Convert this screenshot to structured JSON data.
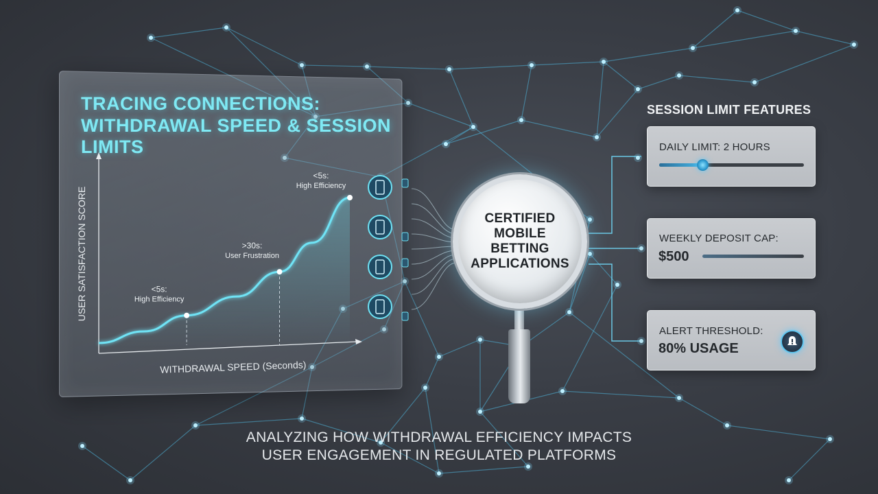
{
  "panel": {
    "title_line1": "TRACING CONNECTIONS:",
    "title_line2": "WITHDRAWAL SPEED & SESSION LIMITS"
  },
  "chart_data": {
    "type": "line",
    "title": "TRACING CONNECTIONS: WITHDRAWAL SPEED & SESSION LIMITS",
    "xlabel": "WITHDRAWAL SPEED (Seconds)",
    "ylabel": "USER SATISFACTION SCORE",
    "grid": false,
    "series": [
      {
        "values": [
          0.0,
          0.08,
          0.19,
          0.32,
          0.49,
          0.69,
          1.0
        ],
        "x": [
          0,
          0.18,
          0.35,
          0.55,
          0.72,
          0.85,
          1.0
        ]
      }
    ],
    "annotations": [
      {
        "label_top": "<5s:",
        "label_bottom": "High Efficiency",
        "x": 0.35,
        "y": 0.19
      },
      {
        "label_top": ">30s:",
        "label_bottom": "User Frustration",
        "x": 0.72,
        "y": 0.49
      },
      {
        "label_top": "<5s:",
        "label_bottom": "High Efficiency",
        "x": 1.0,
        "y": 1.0
      }
    ],
    "accent_color": "#6fe3f5"
  },
  "center": {
    "line1": "CERTIFIED",
    "line2": "MOBILE",
    "line3": "BETTING",
    "line4": "APPLICATIONS"
  },
  "features": {
    "heading": "SESSION LIMIT FEATURES",
    "daily": {
      "label": "DAILY LIMIT: 2 HOURS",
      "slider_level": 0.3
    },
    "weekly": {
      "label": "WEEKLY DEPOSIT CAP:",
      "value": "$500",
      "slider_level": 0.0
    },
    "alert": {
      "label": "ALERT THRESHOLD:",
      "value": "80% USAGE",
      "icon": "alert-icon"
    }
  },
  "caption": {
    "line1": "ANALYZING HOW WITHDRAWAL EFFICIENCY IMPACTS",
    "line2": "USER ENGAGEMENT IN REGULATED PLATFORMS"
  },
  "colors": {
    "background": "#3a3e46",
    "accent": "#6fe3f5",
    "network_line": "#4fb3d9",
    "card": "#c3c7cb"
  },
  "icons": [
    "smartphone-icon",
    "smartphone-icon",
    "smartphone-icon",
    "smartphone-icon"
  ]
}
